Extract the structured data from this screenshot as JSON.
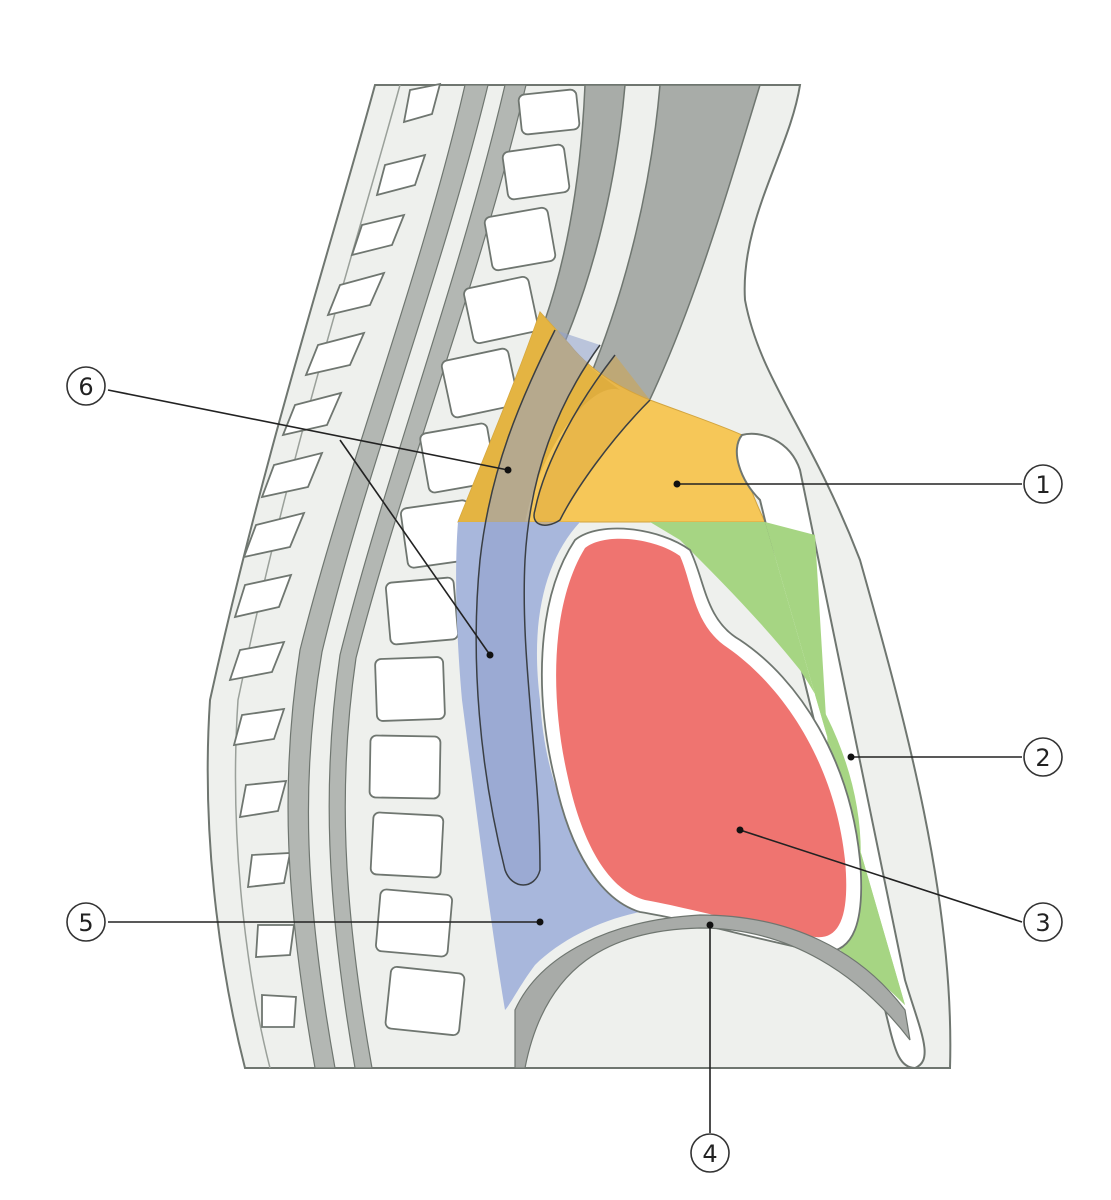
{
  "colors": {
    "superior_mediastinum": "#f6c758",
    "anterior_mediastinum": "#a6d583",
    "middle_mediastinum": "#ef7470",
    "diaphragm": "#a8aba8",
    "posterior_mediastinum": "#a8b7dc",
    "body_tissue": "#eef0ed",
    "vertebra_fill": "#ffffff",
    "spinal_band": "#b3b7b3",
    "outline": "#6f7670"
  },
  "callouts": [
    {
      "id": "1",
      "label": "1"
    },
    {
      "id": "2",
      "label": "2"
    },
    {
      "id": "3",
      "label": "3"
    },
    {
      "id": "4",
      "label": "4"
    },
    {
      "id": "5",
      "label": "5"
    },
    {
      "id": "6",
      "label": "6"
    }
  ]
}
